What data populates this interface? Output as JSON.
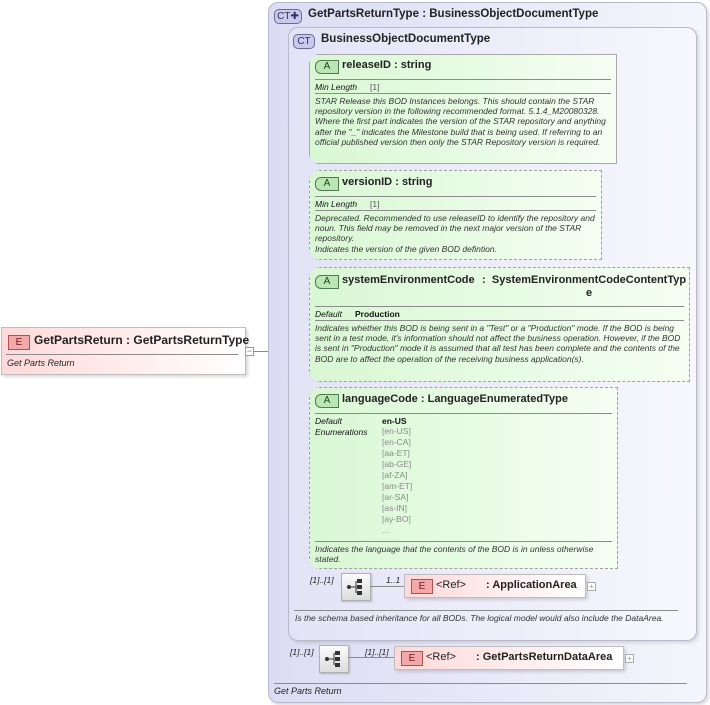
{
  "root_element": {
    "badge": "E",
    "name": "GetPartsReturn",
    "separator": ":",
    "type": "GetPartsReturnType",
    "documentation": "Get Parts Return"
  },
  "outer_type": {
    "badge": "CT",
    "name": "GetPartsReturnType",
    "separator": ":",
    "base": "BusinessObjectDocumentType",
    "documentation": "Get Parts Return"
  },
  "inner_type": {
    "badge": "CT",
    "name": "BusinessObjectDocumentType",
    "documentation": "Is the schema based inheritance for all BODs. The logical model would also include the DataArea."
  },
  "attributes": [
    {
      "badge": "A",
      "name": "releaseID",
      "separator": ":",
      "type": "string",
      "prop_label": "Min Length",
      "prop_value": "[1]",
      "documentation": "STAR Release this BOD Instances belongs. This should contain the STAR repository version in the following recommended format. 5.1.4_M20080328. Where the first part indicates the version of the STAR repository and anything after the \"_\" indicates the Milestone build that is being used. If referring to an official published version then only the STAR Repository version is required."
    },
    {
      "badge": "A",
      "name": "versionID",
      "separator": ":",
      "type": "string",
      "prop_label": "Min Length",
      "prop_value": "[1]",
      "documentation": "Deprecated. Recommended to use releaseID to identify the repository and noun. This field may be removed in the next major version of the STAR repository.",
      "documentation2": "Indicates the version of the given BOD defintion."
    },
    {
      "badge": "A",
      "name": "systemEnvironmentCode",
      "separator": ":",
      "type": "SystemEnvironmentCodeContentType",
      "prop_label": "Default",
      "prop_value": "Production",
      "documentation": "Indicates whether this BOD is being sent in a \"Test\" or a \"Production\" mode. If the BOD is being sent in a test mode, it's information should not affect the business operation. However, if the BOD is sent in \"Production\" mode it is assumed that all test has been complete and the contents of the BOD are to affect the operation of the receiving business application(s)."
    },
    {
      "badge": "A",
      "name": "languageCode",
      "separator": ":",
      "type": "LanguageEnumeratedType",
      "default_label": "Default",
      "default_value": "en-US",
      "enum_label": "Enumerations",
      "enumerations": [
        "[en-US]",
        "[en-CA]",
        "[aa-ET]",
        "[ab-GE]",
        "[af-ZA]",
        "[am-ET]",
        "[ar-SA]",
        "[as-IN]",
        "[ay-BO]",
        "..."
      ],
      "documentation": "Indicates the language that the contents of the BOD is in unless otherwise stated."
    }
  ],
  "inner_sequence": {
    "occurrence": "[1]..[1]",
    "child_occurrence": "1..1",
    "child": {
      "badge": "E",
      "ref": "<Ref>",
      "separator": ":",
      "name": "ApplicationArea"
    }
  },
  "outer_sequence": {
    "occurrence": "[1]..[1]",
    "child_occurrence": "[1]..[1]",
    "child": {
      "badge": "E",
      "ref": "<Ref>",
      "separator": ":",
      "name": "GetPartsReturnDataArea"
    }
  },
  "icons": {
    "expand": "+",
    "collapse": "−"
  }
}
